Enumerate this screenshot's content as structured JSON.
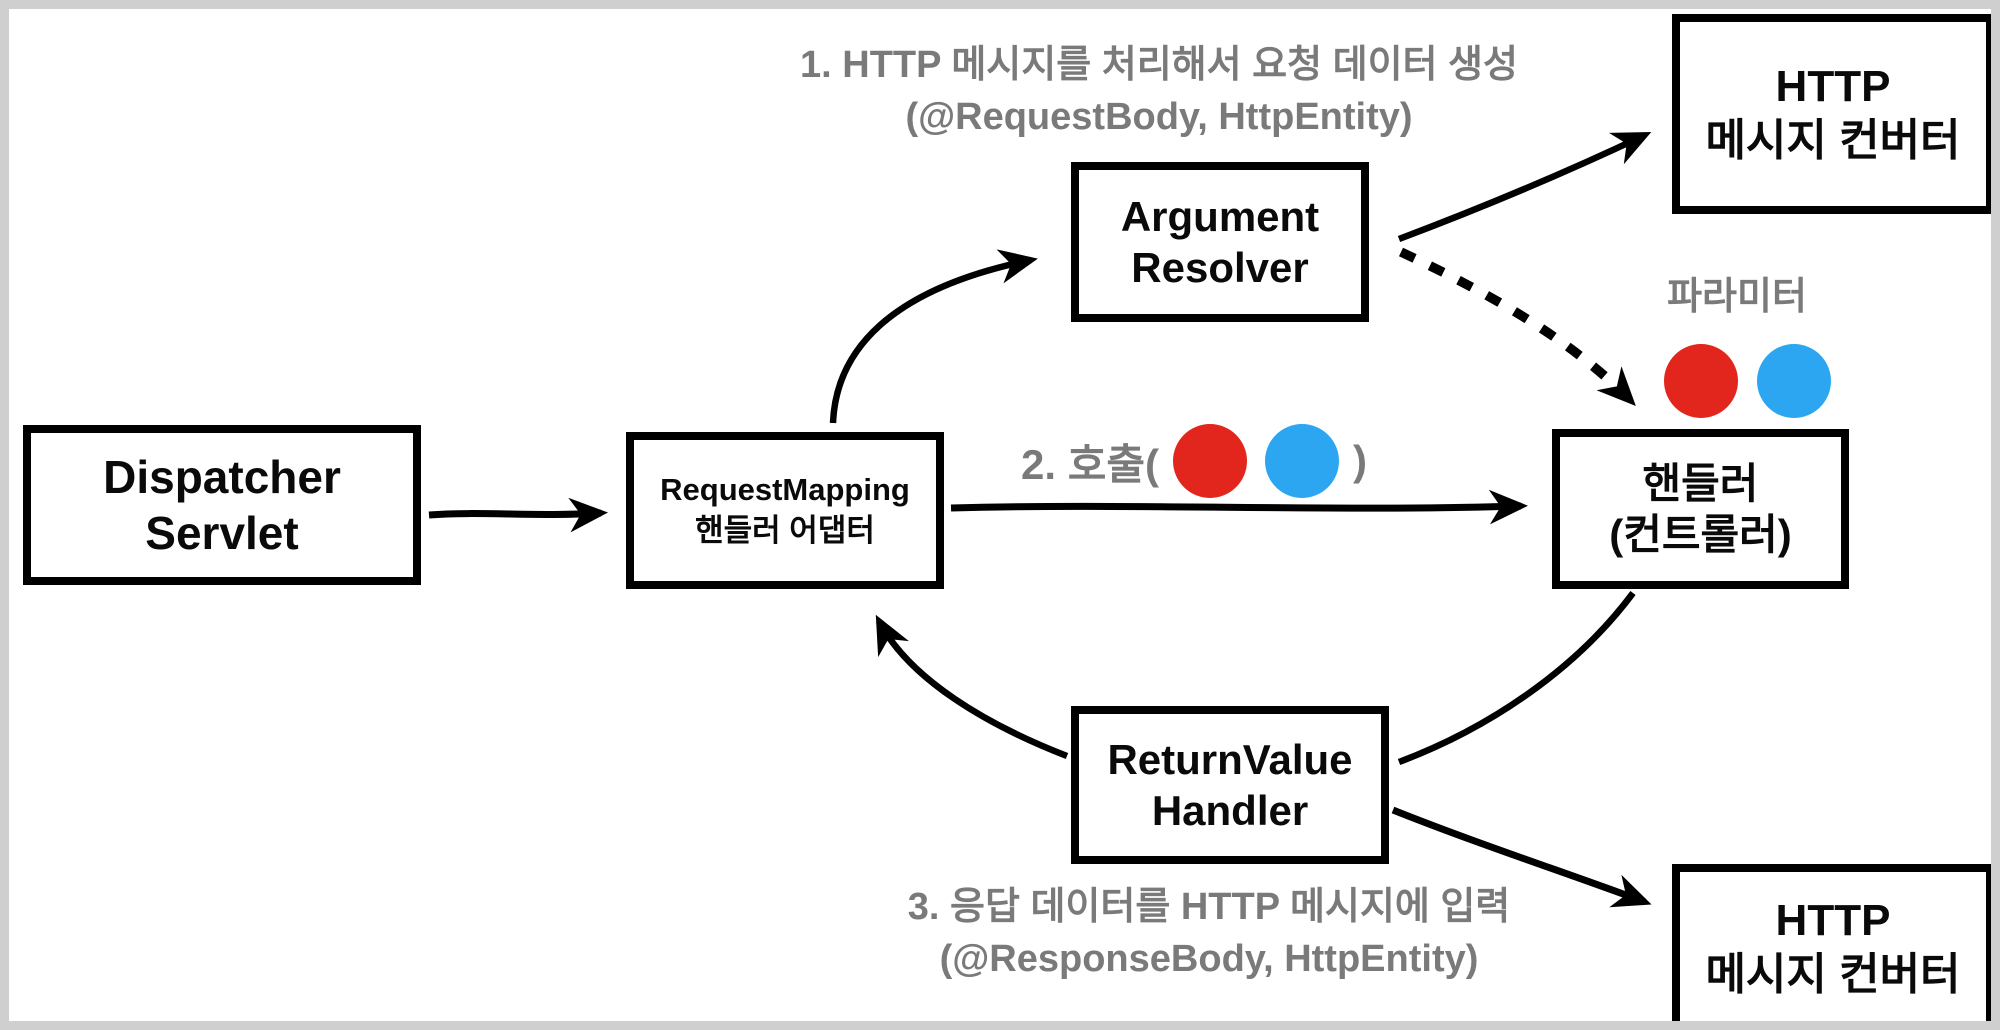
{
  "colors": {
    "red": "#e3261d",
    "blue": "#2ca6f1",
    "gray": "#7a7a7a",
    "black": "#000000",
    "frame": "#cfcfcf"
  },
  "nodes": {
    "dispatcher": {
      "line1": "Dispatcher",
      "line2": "Servlet"
    },
    "adapter": {
      "line1": "RequestMapping",
      "line2": "핸들러 어댑터"
    },
    "argument_resolver": {
      "line1": "Argument",
      "line2": "Resolver"
    },
    "http_converter_top": {
      "line1": "HTTP",
      "line2": "메시지 컨버터"
    },
    "handler": {
      "line1": "핸들러",
      "line2": "(컨트롤러)"
    },
    "return_value_handler": {
      "line1": "ReturnValue",
      "line2": "Handler"
    },
    "http_converter_bottom": {
      "line1": "HTTP",
      "line2": "메시지 컨버터"
    }
  },
  "annotations": {
    "step1": {
      "line1": "1. HTTP 메시지를 처리해서 요청 데이터 생성",
      "line2": "(@RequestBody, HttpEntity)"
    },
    "step2": {
      "prefix": "2. 호출(",
      "suffix": ")"
    },
    "parameter_label": "파라미터",
    "step3": {
      "line1": "3. 응답 데이터를 HTTP 메시지에 입력",
      "line2": "(@ResponseBody, HttpEntity)"
    }
  }
}
